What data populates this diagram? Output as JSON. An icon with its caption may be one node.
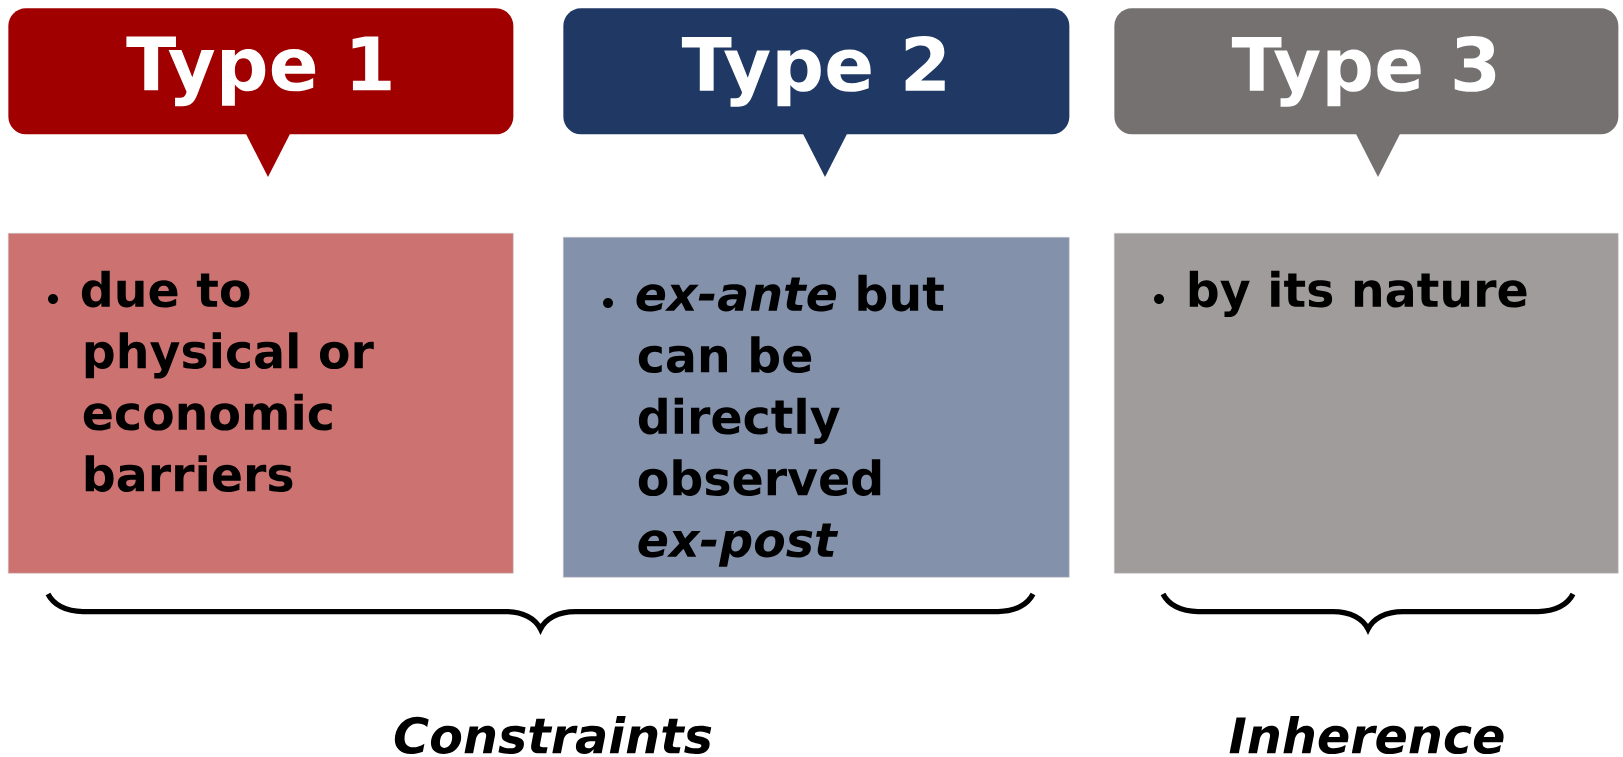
{
  "diagram": {
    "nodes": [
      {
        "text": [
          "Type 1"
        ]
      },
      {
        "text": [
          "Type 2"
        ]
      },
      {
        "text": [
          "Type 3"
        ]
      },
      {
        "text": [
          "due to physical or economic barriers"
        ]
      },
      {
        "text": [
          "*ex-ante* but can be directly observed *ex-post*"
        ]
      },
      {
        "text": [
          "by its nature"
        ]
      }
    ],
    "labels": [
      "Constraints",
      "Inherence"
    ]
  }
}
